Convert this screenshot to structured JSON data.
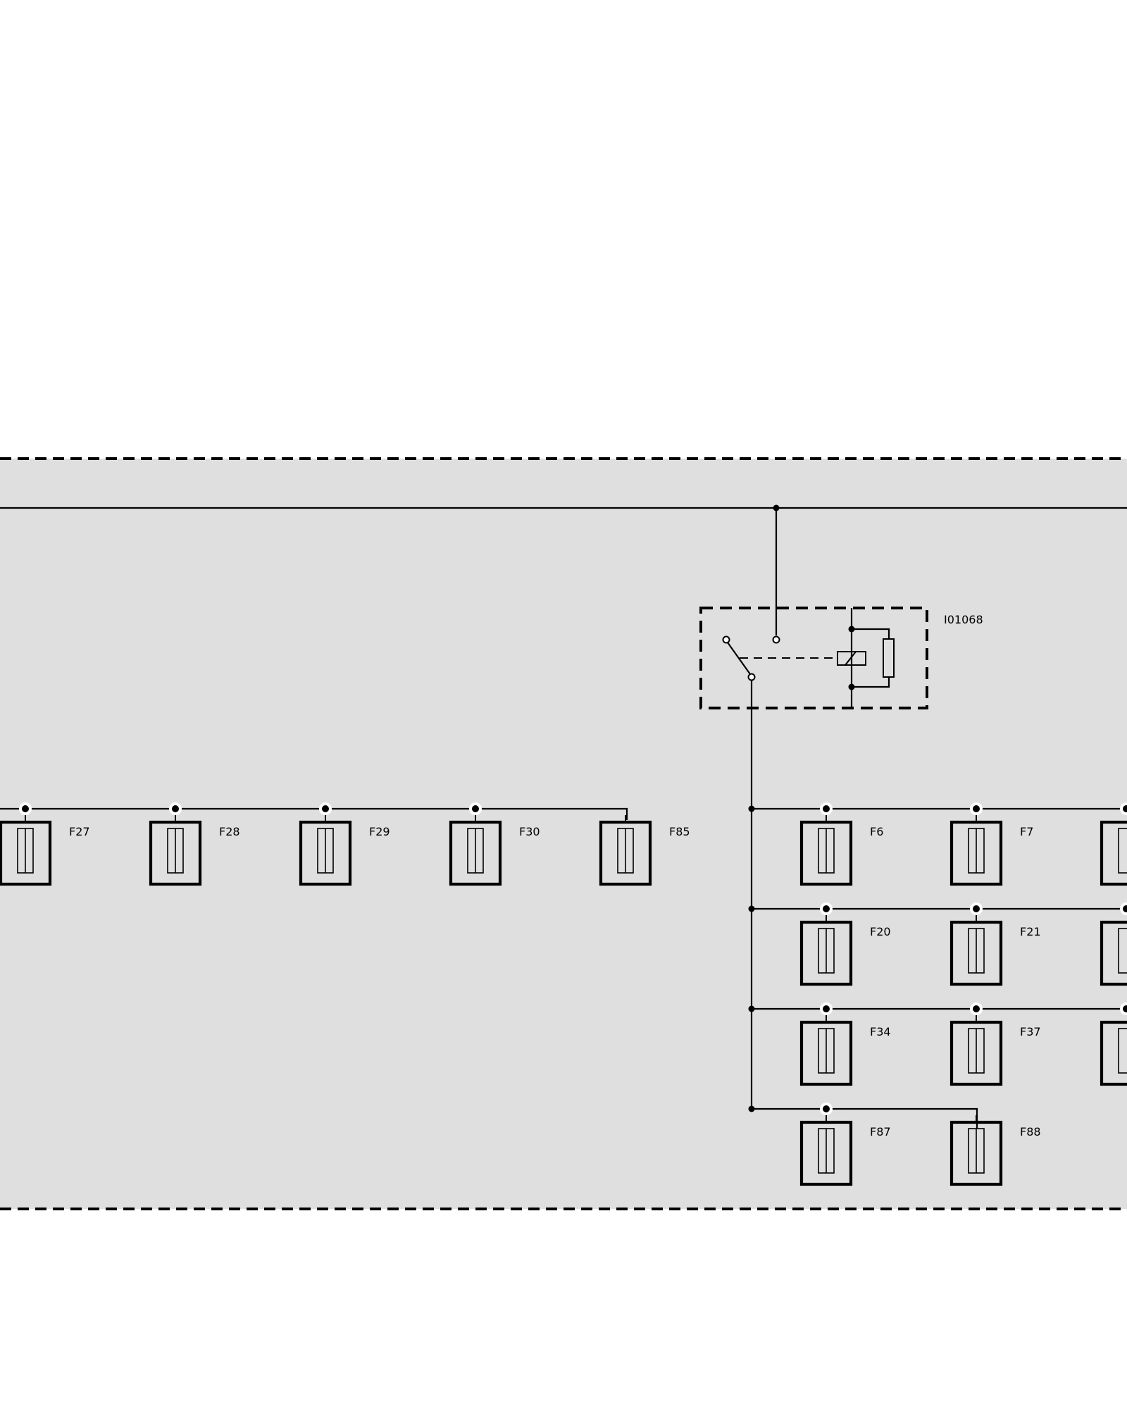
{
  "colors": {
    "background": "#ffffff",
    "panel": "#dfdfdf",
    "ink": "#000000"
  },
  "relay": {
    "label": "I01068",
    "icon": "relay-icon"
  },
  "fuses": {
    "icon": "fuse-icon",
    "row_top_left": [
      "F27",
      "F28",
      "F29",
      "F30",
      "F85"
    ],
    "row_1": [
      "F6",
      "F7"
    ],
    "row_2": [
      "F20",
      "F21"
    ],
    "row_3": [
      "F34",
      "F37"
    ],
    "row_4": [
      "F87",
      "F88"
    ]
  }
}
